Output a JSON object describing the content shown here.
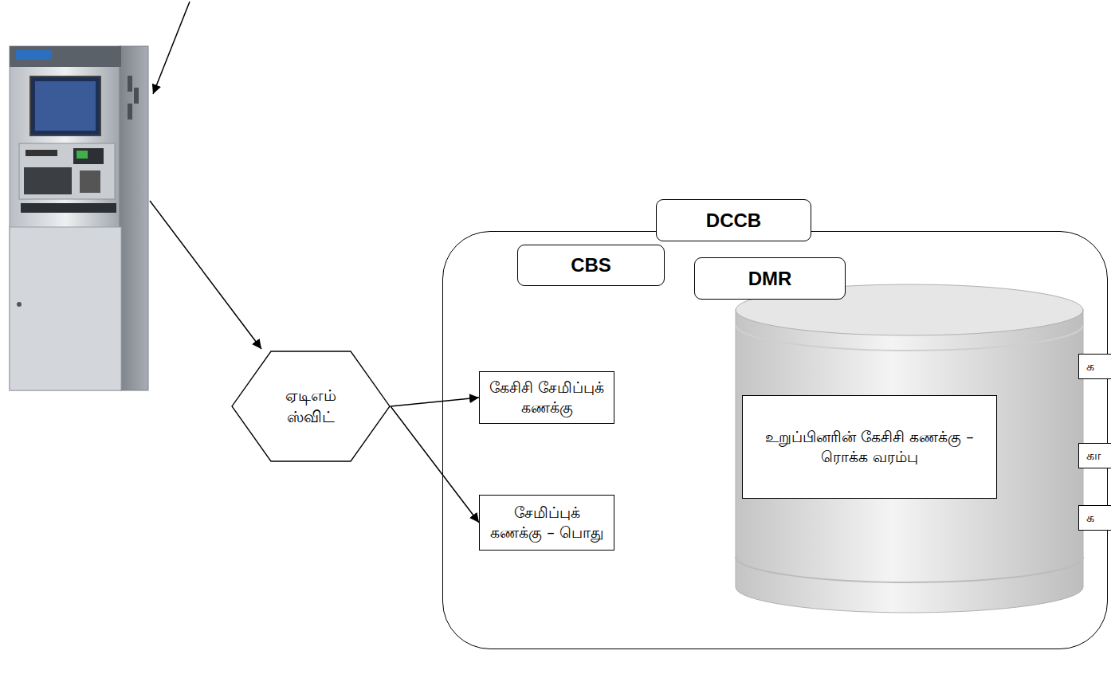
{
  "diagram": {
    "nodes": [
      {
        "text": [
          "ஏடிஎம் ஸ்விட்"
        ]
      },
      {
        "text": [
          "DCCB"
        ]
      },
      {
        "text": [
          "CBS"
        ],
        "in": 1
      },
      {
        "text": [
          "கேசிசி சேமிப்புக் கணக்கு"
        ],
        "in": 1
      },
      {
        "text": [
          "சேமிப்புக் கணக்கு – பொது"
        ],
        "in": 1
      },
      {
        "text": [
          "DMR"
        ],
        "in": 1
      },
      {
        "text": [
          "உறுப்பினரின் கேசிசி கணக்கு – ரொக்க வரம்பு"
        ],
        "in": 1
      },
      {
        "text": [
          "க"
        ]
      },
      {
        "text": [
          "கா"
        ]
      },
      {
        "text": [
          "க"
        ]
      }
    ],
    "edges": [
      {
        "from": 0,
        "to": 3,
        "arrow": "to"
      },
      {
        "from": 0,
        "to": 4,
        "arrow": "to"
      }
    ]
  }
}
